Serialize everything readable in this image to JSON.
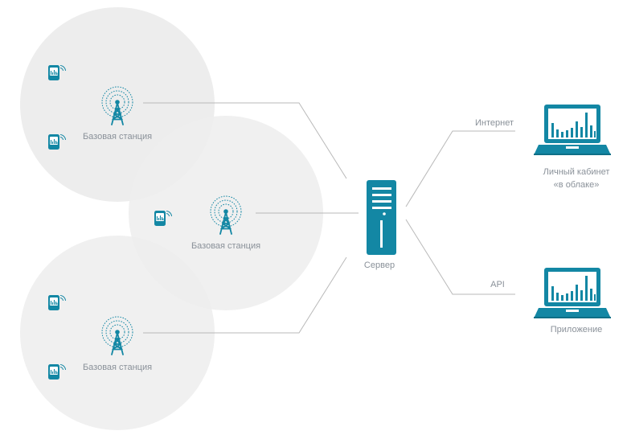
{
  "colors": {
    "accent": "#1387a4",
    "zone_fill": "#ededed",
    "connector": "#b9b9b9",
    "label": "#8a9199",
    "background": "#ffffff"
  },
  "icons": {
    "tower": "cell-tower-icon",
    "device": "meter-device-icon",
    "server": "server-icon",
    "laptop": "laptop-chart-icon"
  },
  "base_stations": [
    {
      "label": "Базовая станция"
    },
    {
      "label": "Базовая станция"
    },
    {
      "label": "Базовая станция"
    }
  ],
  "server": {
    "label": "Сервер"
  },
  "links": {
    "internet_label": "Интернет",
    "api_label": "API"
  },
  "clients": {
    "cabinet_line1": "Личный кабинет",
    "cabinet_line2": "«в облаке»",
    "app_label": "Приложение"
  }
}
